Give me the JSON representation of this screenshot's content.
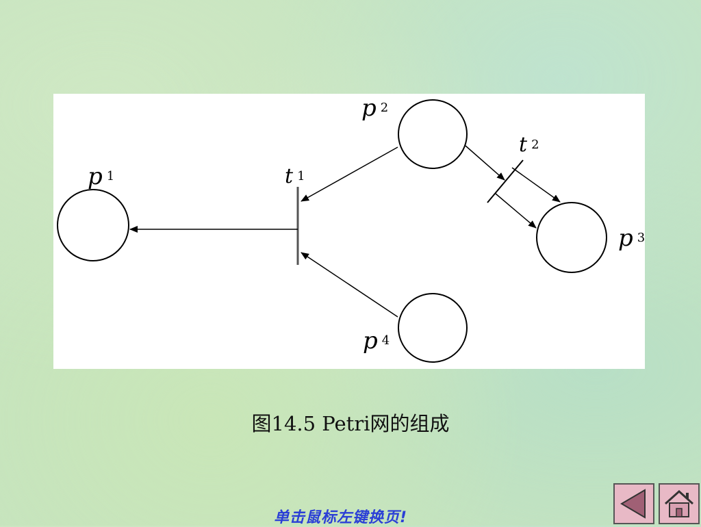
{
  "diagram": {
    "places": [
      {
        "id": "p1",
        "label": "p",
        "sub": "1"
      },
      {
        "id": "p2",
        "label": "p",
        "sub": "2"
      },
      {
        "id": "p3",
        "label": "p",
        "sub": "3"
      },
      {
        "id": "p4",
        "label": "p",
        "sub": "4"
      }
    ],
    "transitions": [
      {
        "id": "t1",
        "label": "t",
        "sub": "1"
      },
      {
        "id": "t2",
        "label": "t",
        "sub": "2"
      }
    ],
    "arcs": [
      {
        "from": "p2",
        "to": "t1"
      },
      {
        "from": "p4",
        "to": "t1"
      },
      {
        "from": "t1",
        "to": "p1"
      },
      {
        "from": "p2",
        "to": "t2"
      },
      {
        "from": "t2",
        "to": "p3"
      }
    ]
  },
  "caption": "图14.5  Petri网的组成",
  "footer": {
    "hint": "单击鼠标左键换页!",
    "prev_icon": "left-triangle-icon",
    "home_icon": "home-icon"
  },
  "colors": {
    "hint": "#2b3fd6",
    "button_bg": "#e8b9c6"
  }
}
